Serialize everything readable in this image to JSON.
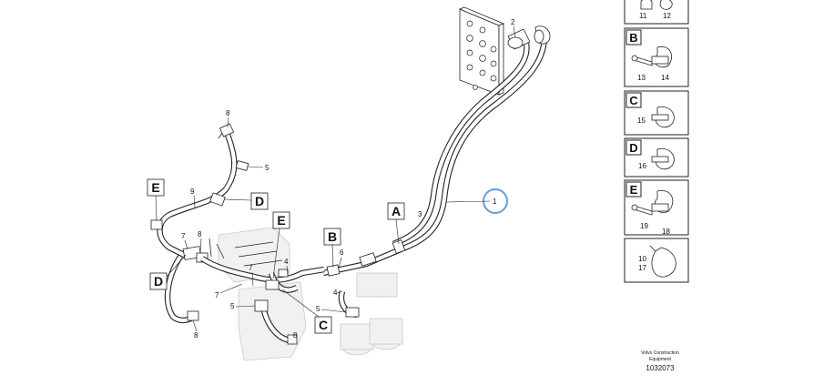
{
  "diagram": {
    "callouts": {
      "c1": "1",
      "c2": "2",
      "c3": "3",
      "c4a": "4",
      "c4b": "4",
      "c5a": "5",
      "c5b": "5",
      "c5c": "5",
      "c6": "6",
      "c7a": "7",
      "c7b": "7",
      "c7c": "7",
      "c8a": "8",
      "c8b": "8",
      "c8c": "8",
      "c8d": "8",
      "c9": "9"
    },
    "detail_boxes": {
      "a": "A",
      "b": "B",
      "c": "C",
      "d1": "D",
      "d2": "D",
      "e1": "E",
      "e2": "E"
    }
  },
  "side_panel": [
    {
      "letter": "",
      "nums": [
        "11",
        "12"
      ]
    },
    {
      "letter": "B",
      "nums": [
        "13",
        "14"
      ]
    },
    {
      "letter": "C",
      "nums": [
        "15"
      ]
    },
    {
      "letter": "D",
      "nums": [
        "16"
      ]
    },
    {
      "letter": "E",
      "nums": [
        "19",
        "18"
      ]
    },
    {
      "letter": "",
      "nums": [
        "10",
        "17"
      ]
    }
  ],
  "footer": {
    "line1": "Volvo Construction",
    "line2": "Equipment",
    "doc_number": "1032073"
  },
  "colors": {
    "highlight_circle": "#6a9bd1",
    "ink": "#222222"
  }
}
